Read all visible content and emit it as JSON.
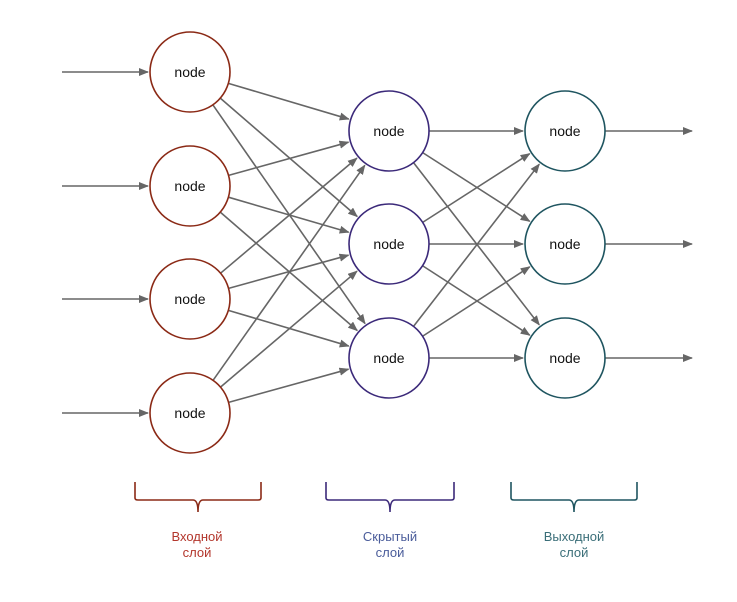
{
  "colors": {
    "arrow": "#666666",
    "input": "#8b2a16",
    "hidden": "#3c2a7a",
    "output": "#1f5560",
    "input_text": "#b3362c",
    "hidden_text": "#4a5c9a",
    "output_text": "#3a6e78"
  },
  "node_text": "node",
  "layers": [
    {
      "key": "input",
      "label_line1": "Входной",
      "label_line2": "слой",
      "node_count": 4
    },
    {
      "key": "hidden",
      "label_line1": "Скрытый",
      "label_line2": "слой",
      "node_count": 3
    },
    {
      "key": "output",
      "label_line1": "Выходной",
      "label_line2": "слой",
      "node_count": 3
    }
  ]
}
